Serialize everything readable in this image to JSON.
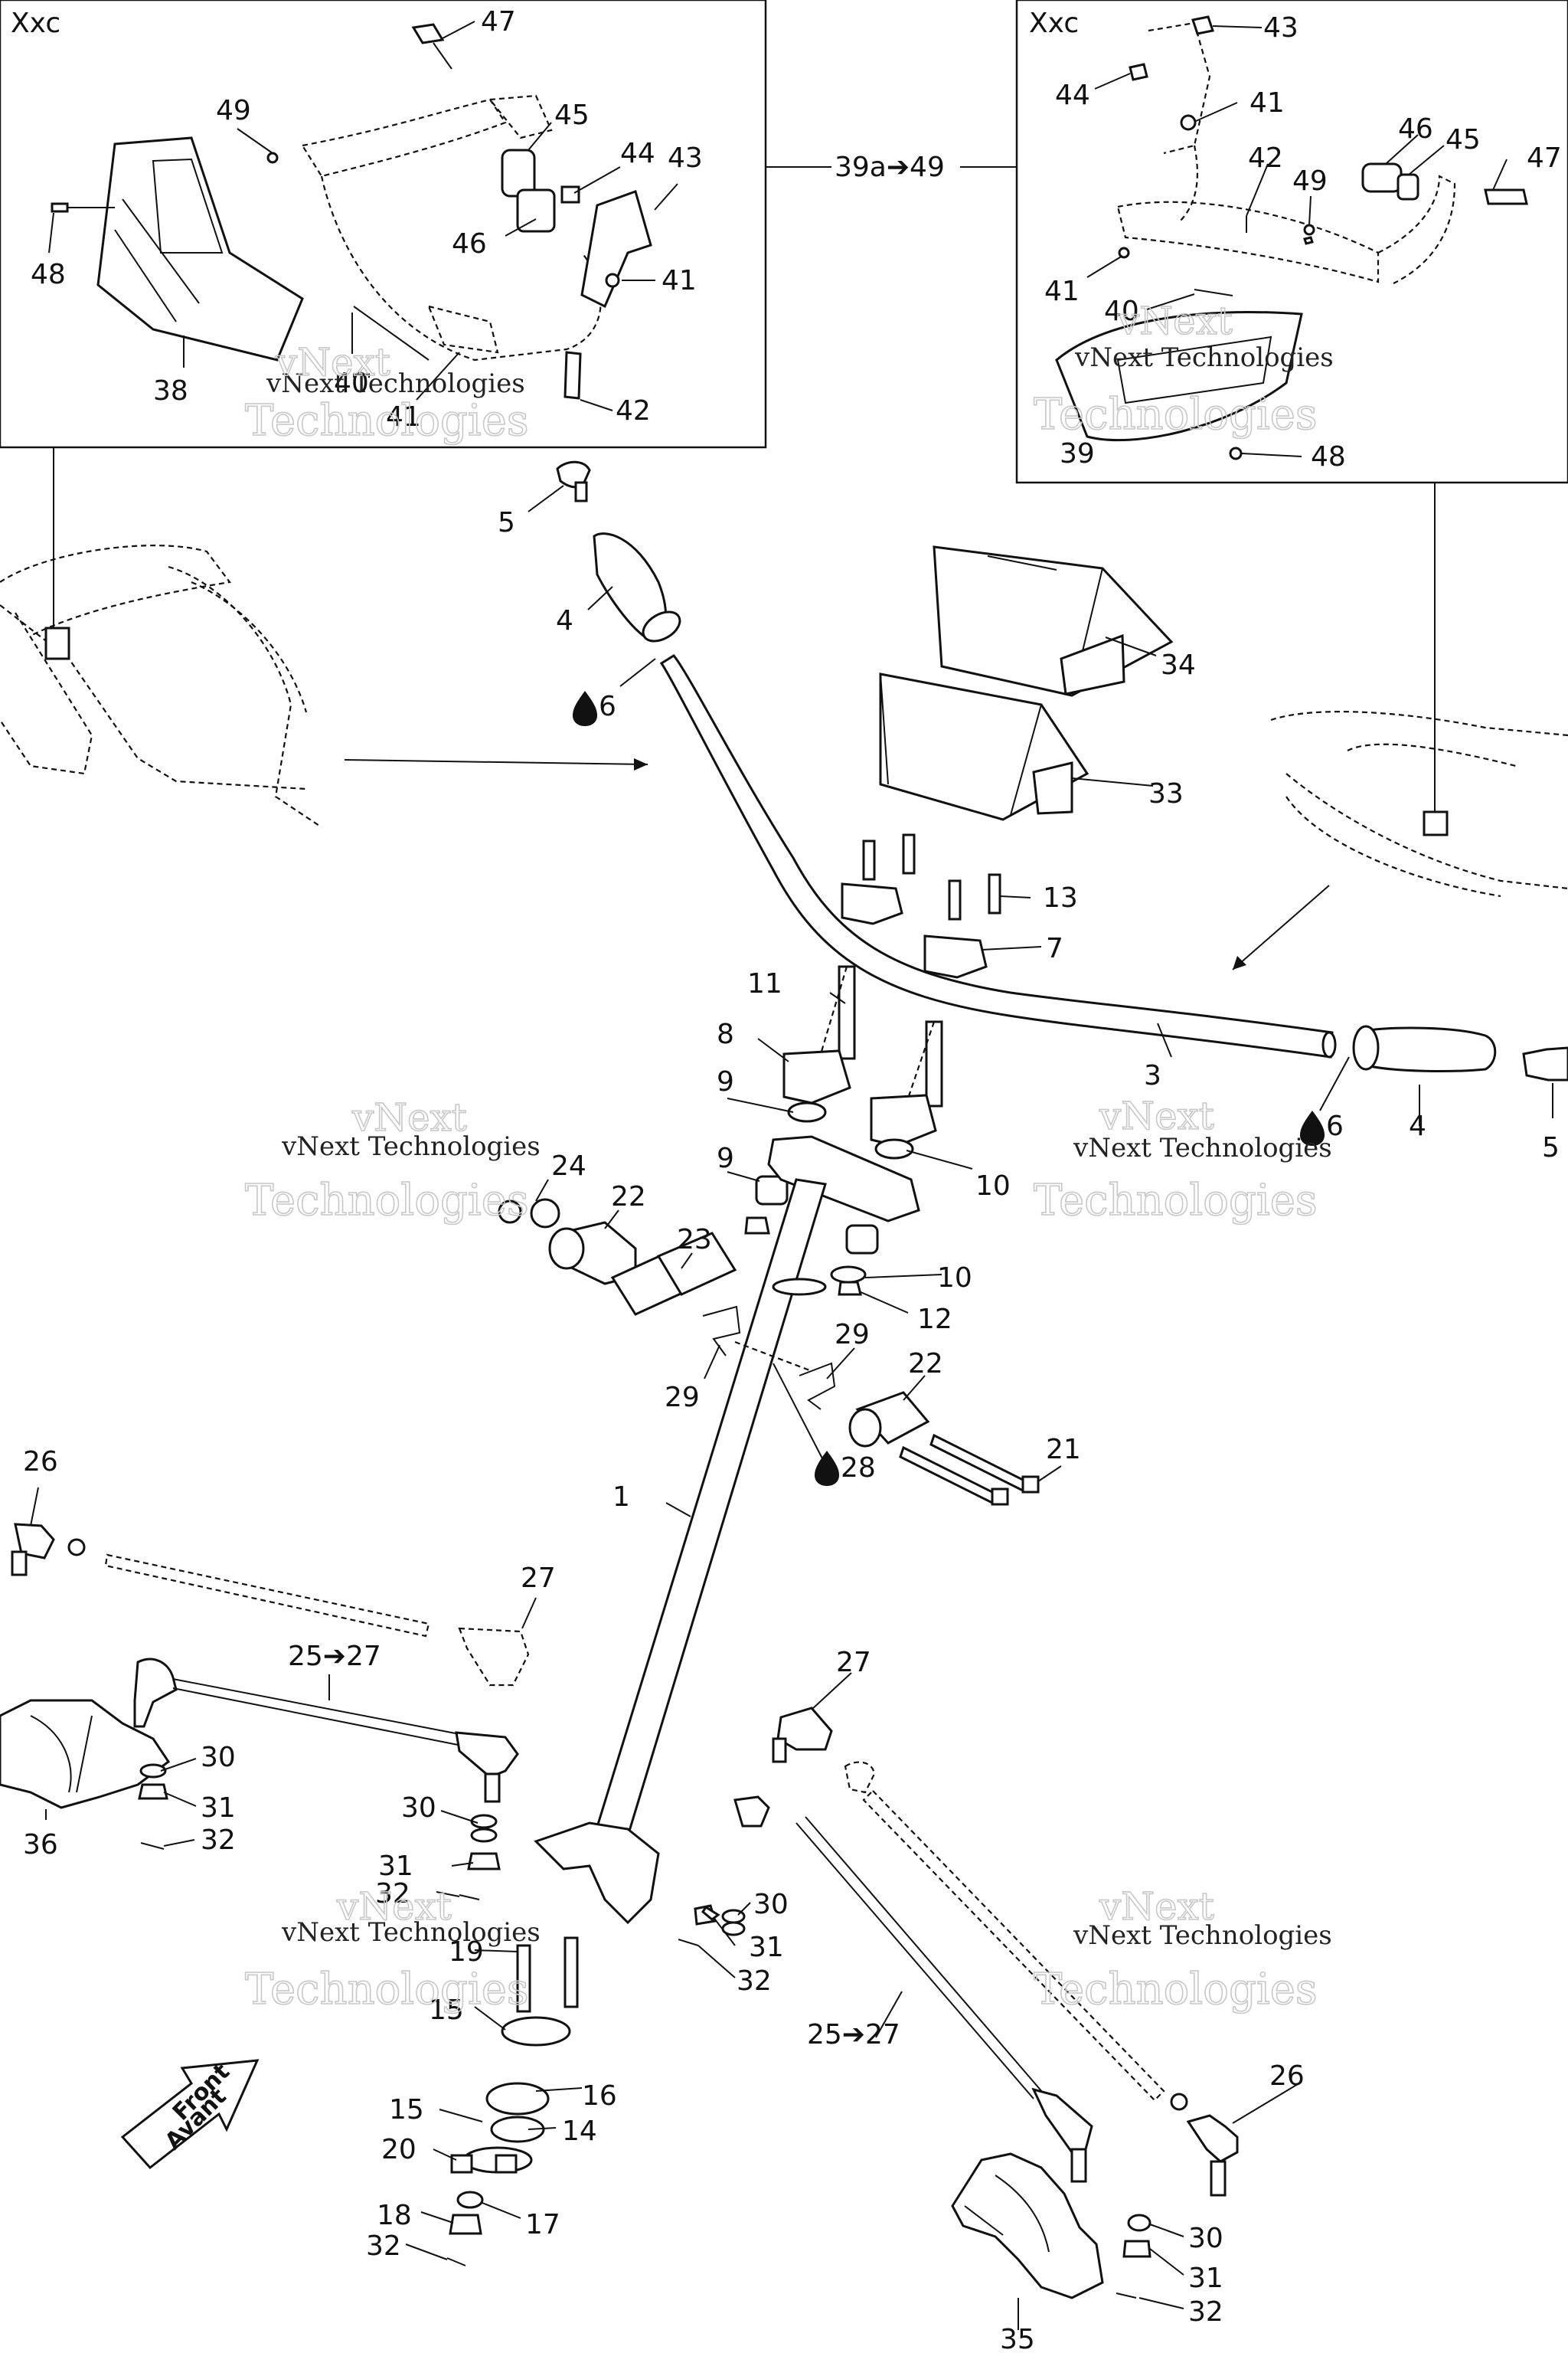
{
  "insets": {
    "left_title": "Xxc",
    "right_title": "Xxc",
    "range_label": "39a➔49"
  },
  "watermark": {
    "line1": "vNext",
    "line2": "Technologies",
    "small": "vNext Technologies"
  },
  "front_arrow": {
    "line1": "Front",
    "line2": "Avant"
  },
  "labels": [
    {
      "id": "47",
      "text": "47"
    },
    {
      "id": "49",
      "text": "49"
    },
    {
      "id": "45",
      "text": "45"
    },
    {
      "id": "44",
      "text": "44"
    },
    {
      "id": "43",
      "text": "43"
    },
    {
      "id": "48",
      "text": "48"
    },
    {
      "id": "46",
      "text": "46"
    },
    {
      "id": "41",
      "text": "41"
    },
    {
      "id": "40",
      "text": "40"
    },
    {
      "id": "38",
      "text": "38"
    },
    {
      "id": "41b",
      "text": "41"
    },
    {
      "id": "42",
      "text": "42"
    },
    {
      "id": "r43",
      "text": "43"
    },
    {
      "id": "r44",
      "text": "44"
    },
    {
      "id": "r41",
      "text": "41"
    },
    {
      "id": "r46",
      "text": "46"
    },
    {
      "id": "r45",
      "text": "45"
    },
    {
      "id": "r47",
      "text": "47"
    },
    {
      "id": "r42",
      "text": "42"
    },
    {
      "id": "r49",
      "text": "49"
    },
    {
      "id": "r41b",
      "text": "41"
    },
    {
      "id": "r40",
      "text": "40"
    },
    {
      "id": "r39",
      "text": "39"
    },
    {
      "id": "r48",
      "text": "48"
    },
    {
      "id": "5",
      "text": "5"
    },
    {
      "id": "4",
      "text": "4"
    },
    {
      "id": "6",
      "text": "6"
    },
    {
      "id": "34",
      "text": "34"
    },
    {
      "id": "33",
      "text": "33"
    },
    {
      "id": "13",
      "text": "13"
    },
    {
      "id": "7",
      "text": "7"
    },
    {
      "id": "11",
      "text": "11"
    },
    {
      "id": "8",
      "text": "8"
    },
    {
      "id": "3",
      "text": "3"
    },
    {
      "id": "6b",
      "text": "6"
    },
    {
      "id": "4b",
      "text": "4"
    },
    {
      "id": "5b",
      "text": "5"
    },
    {
      "id": "9",
      "text": "9"
    },
    {
      "id": "9b",
      "text": "9"
    },
    {
      "id": "10",
      "text": "10"
    },
    {
      "id": "24",
      "text": "24"
    },
    {
      "id": "22",
      "text": "22"
    },
    {
      "id": "23",
      "text": "23"
    },
    {
      "id": "10b",
      "text": "10"
    },
    {
      "id": "12",
      "text": "12"
    },
    {
      "id": "29",
      "text": "29"
    },
    {
      "id": "29b",
      "text": "29"
    },
    {
      "id": "22b",
      "text": "22"
    },
    {
      "id": "28",
      "text": "28"
    },
    {
      "id": "21",
      "text": "21"
    },
    {
      "id": "1",
      "text": "1"
    },
    {
      "id": "26",
      "text": "26"
    },
    {
      "id": "27",
      "text": "27"
    },
    {
      "id": "2527",
      "text": "25➔27"
    },
    {
      "id": "30",
      "text": "30"
    },
    {
      "id": "31",
      "text": "31"
    },
    {
      "id": "32",
      "text": "32"
    },
    {
      "id": "36",
      "text": "36"
    },
    {
      "id": "30b",
      "text": "30"
    },
    {
      "id": "31b",
      "text": "31"
    },
    {
      "id": "32b",
      "text": "32"
    },
    {
      "id": "27b",
      "text": "27"
    },
    {
      "id": "30c",
      "text": "30"
    },
    {
      "id": "31c",
      "text": "31"
    },
    {
      "id": "32c",
      "text": "32"
    },
    {
      "id": "19",
      "text": "19"
    },
    {
      "id": "15",
      "text": "15"
    },
    {
      "id": "16",
      "text": "16"
    },
    {
      "id": "15b",
      "text": "15"
    },
    {
      "id": "14",
      "text": "14"
    },
    {
      "id": "20",
      "text": "20"
    },
    {
      "id": "17",
      "text": "17"
    },
    {
      "id": "18",
      "text": "18"
    },
    {
      "id": "32d",
      "text": "32"
    },
    {
      "id": "2527b",
      "text": "25➔27"
    },
    {
      "id": "26b",
      "text": "26"
    },
    {
      "id": "30d",
      "text": "30"
    },
    {
      "id": "31d",
      "text": "31"
    },
    {
      "id": "32e",
      "text": "32"
    },
    {
      "id": "35",
      "text": "35"
    }
  ],
  "icons": {
    "grease": "oil-drop-icon",
    "direction": "front-arrow-icon"
  },
  "colors": {
    "ink": "#111111",
    "watermark": "#c8c8c8",
    "background": "#ffffff"
  }
}
